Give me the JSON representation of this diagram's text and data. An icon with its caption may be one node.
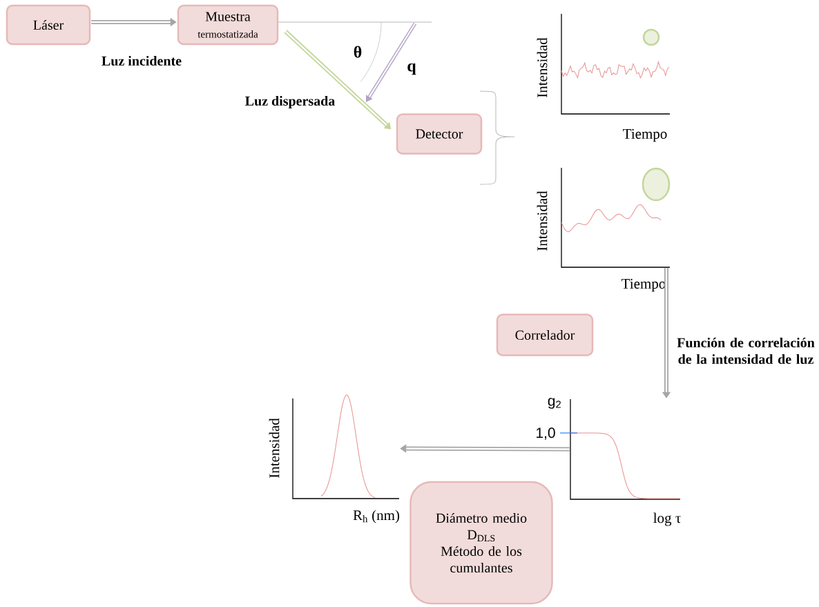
{
  "diagram": {
    "nodes": [
      {
        "text": [
          "Láser"
        ]
      },
      {
        "text": [
          "Muestra",
          "termostatizada"
        ]
      },
      {
        "text": [
          "Detector"
        ]
      },
      {
        "text": [
          "Correlador"
        ]
      },
      {
        "text": [
          "Diámetro medio",
          "D$_{DLS}$",
          "Método de los cumulantes"
        ]
      },
      {
        "text": [],
        "shape": "picture",
        "beside": [
          "Intensidad",
          "Tiempo"
        ]
      },
      {
        "text": [],
        "shape": "picture",
        "beside": [
          "Intensidad",
          "Tiempo"
        ]
      },
      {
        "text": [],
        "shape": "picture",
        "beside": [
          "g$_{2}$",
          "1,0",
          "log τ"
        ]
      },
      {
        "text": [],
        "shape": "picture",
        "beside": [
          "Intensidad",
          "R$_{h}$ (nm)"
        ]
      }
    ],
    "edges": [
      {
        "from": 0,
        "to": 1,
        "arrow": "to",
        "label": "Luz incidente"
      },
      {
        "from": 1,
        "to": 2,
        "arrow": "to",
        "label": "Luz dispersada",
        "color": "#c3d69b"
      },
      {
        "from": 6,
        "to": 7,
        "arrow": "to",
        "label": "Función de correlación de la intensidad de luz"
      },
      {
        "from": 7,
        "to": 8,
        "arrow": "to"
      }
    ],
    "labels": [
      "θ",
      "q"
    ]
  }
}
